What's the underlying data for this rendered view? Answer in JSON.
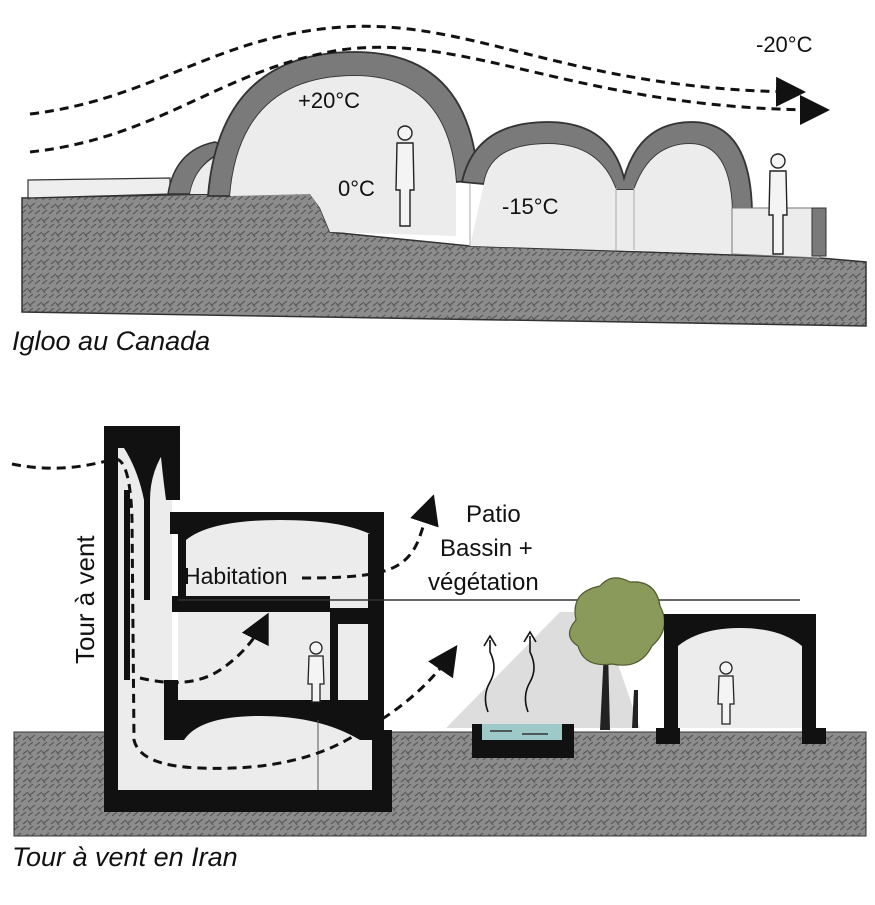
{
  "igloo": {
    "caption": "Igloo au Canada",
    "temp_outside": "-20°C",
    "temp_dome": "+20°C",
    "temp_entry": "0°C",
    "temp_storage": "-15°C"
  },
  "iran": {
    "caption": "Tour à vent en Iran",
    "tower_label": "Tour à vent",
    "habitation_label": "Habitation",
    "patio_line1": "Patio",
    "patio_line2": "Bassin +",
    "patio_line3": "végétation"
  },
  "colors": {
    "ground": "#8c8c8c",
    "dome_shell": "#7a7a7a",
    "interior": "#ececec",
    "wall": "#111111",
    "tree": "#8a9a5b",
    "water": "#9ec9c9",
    "shadow": "#d4d4d4"
  }
}
